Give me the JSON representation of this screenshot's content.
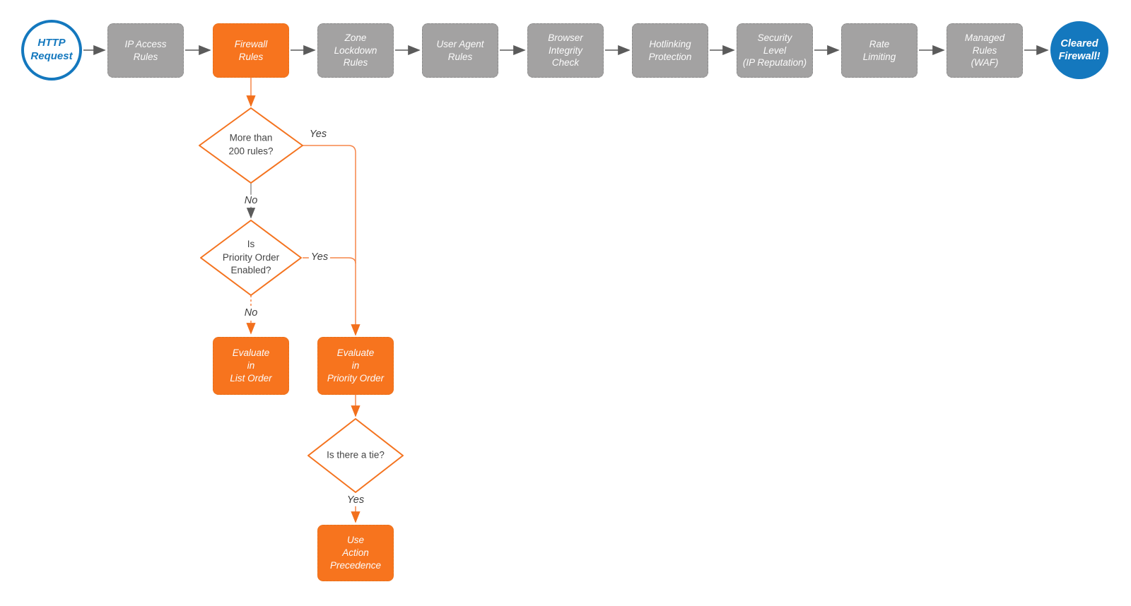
{
  "diagram": {
    "colors": {
      "step_gray": "#A3A2A2",
      "highlight_orange": "#F7741E",
      "connector_orange": "#F58549",
      "arrowhead_orange": "#F2701D",
      "connector_gray": "#5B5B5B",
      "node_blue": "#1478BE",
      "label_text": "#454545",
      "background": "#FFFFFF"
    },
    "start": {
      "label": "HTTP\nRequest"
    },
    "end": {
      "label": "Cleared\nFirewall!"
    },
    "steps": [
      {
        "label": "IP Access\nRules"
      },
      {
        "label": "Firewall\nRules"
      },
      {
        "label": "Zone\nLockdown\nRules"
      },
      {
        "label": "User Agent\nRules"
      },
      {
        "label": "Browser\nIntegrity\nCheck"
      },
      {
        "label": "Hotlinking\nProtection"
      },
      {
        "label": "Security\nLevel\n(IP Reputation)"
      },
      {
        "label": "Rate\nLimiting"
      },
      {
        "label": "Managed\nRules\n(WAF)"
      }
    ],
    "decisions": [
      {
        "label": "More than\n200 rules?"
      },
      {
        "label": "Is\nPriority Order\nEnabled?"
      },
      {
        "label": "Is there a tie?"
      }
    ],
    "outcomes": [
      {
        "label": "Evaluate\nin\nList Order"
      },
      {
        "label": "Evaluate\nin\nPriority Order"
      },
      {
        "label": "Use\nAction\nPrecedence"
      }
    ],
    "edge_labels": {
      "d1_yes": "Yes",
      "d1_no": "No",
      "d2_yes": "Yes",
      "d2_no": "No",
      "d3_yes": "Yes"
    }
  }
}
